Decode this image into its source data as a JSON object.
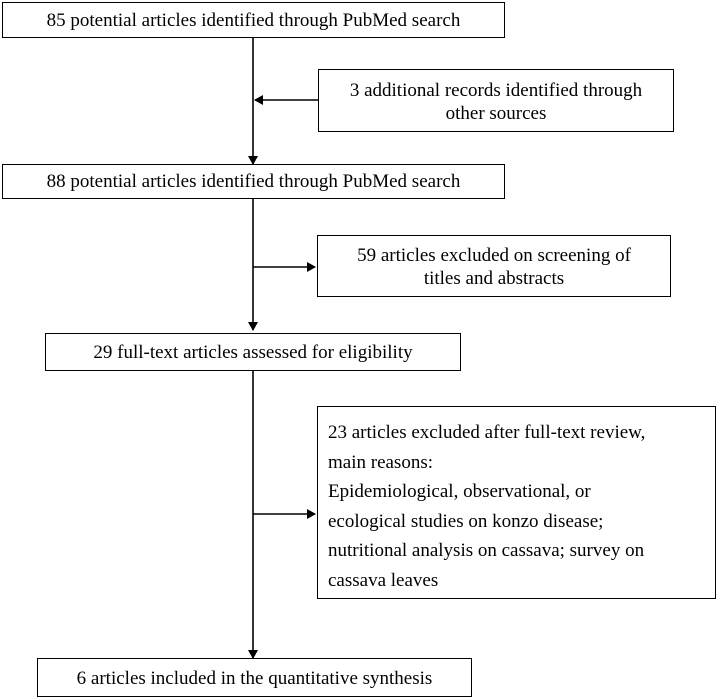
{
  "flow": {
    "box1": {
      "lines": [
        "85 potential articles identified through PubMed search"
      ]
    },
    "box_side1": {
      "lines": [
        "3 additional records identified through",
        "other sources"
      ]
    },
    "box2": {
      "lines": [
        "88 potential articles identified through PubMed search"
      ]
    },
    "box_side2": {
      "lines": [
        "59 articles excluded on screening of",
        "titles and abstracts"
      ]
    },
    "box3": {
      "lines": [
        "29 full-text articles assessed for eligibility"
      ]
    },
    "box_side3": {
      "lines": [
        "23 articles excluded after full-text review,",
        "main reasons:",
        "Epidemiological, observational, or",
        "ecological studies on konzo disease;",
        "nutritional analysis on cassava; survey on",
        "cassava leaves"
      ]
    },
    "box4": {
      "lines": [
        "6 articles included in the quantitative synthesis"
      ]
    }
  },
  "colors": {
    "stroke": "#000000",
    "background": "#ffffff"
  }
}
